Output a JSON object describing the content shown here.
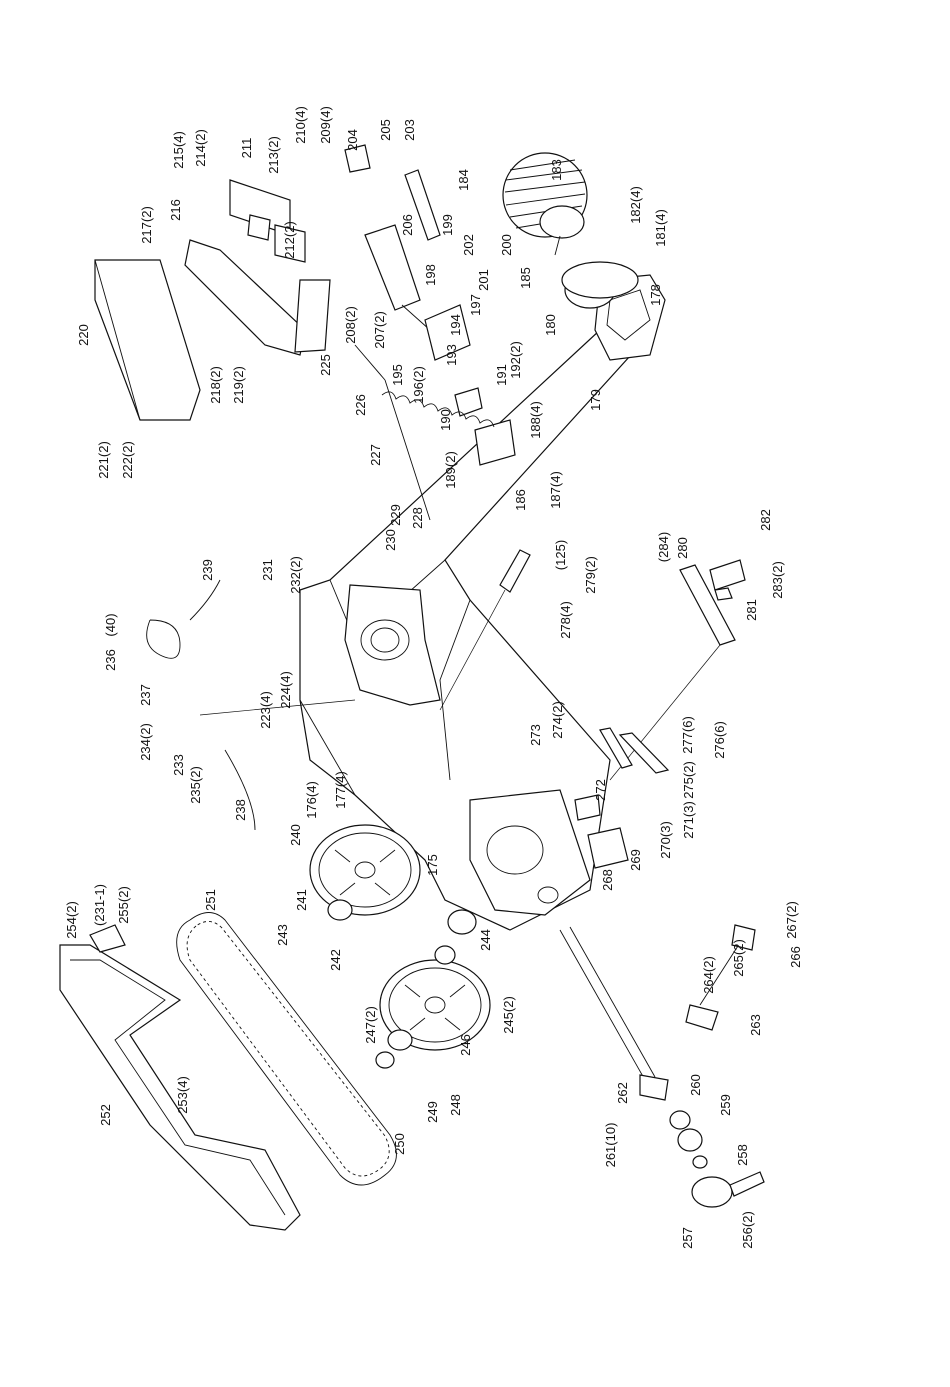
{
  "labels": [
    "215(4)",
    "214(2)",
    "211",
    "213(2)",
    "210(4)",
    "209(4)",
    "204",
    "205",
    "203",
    "184",
    "183",
    "217(2)",
    "216",
    "212(2)",
    "206",
    "199",
    "202",
    "200",
    "198",
    "201",
    "182(4)",
    "181(4)",
    "185",
    "180",
    "178",
    "208(2)",
    "207(2)",
    "197",
    "194",
    "193",
    "192(2)",
    "191",
    "195",
    "196(2)",
    "190",
    "188(4)",
    "187(4)",
    "179",
    "186",
    "189(2)",
    "220",
    "218(2)",
    "219(2)",
    "225",
    "226",
    "227",
    "221(2)",
    "222(2)",
    "229",
    "228",
    "230",
    "232(2)",
    "231",
    "239",
    "(125)",
    "279(2)",
    "(40)",
    "236",
    "237",
    "234(2)",
    "233",
    "224(4)",
    "223(4)",
    "278(4)",
    "(284)",
    "280",
    "282",
    "281",
    "283(2)",
    "235(2)",
    "238",
    "176(4)",
    "177(4)",
    "274(2)",
    "273",
    "272",
    "277(6)",
    "276(6)",
    "275(2)",
    "271(3)",
    "270(3)",
    "269",
    "268",
    "175",
    "240",
    "241",
    "243",
    "242",
    "244",
    "245(2)",
    "246",
    "251",
    "254(2)",
    "(231-1)",
    "255(2)",
    "252",
    "253(4)",
    "247(2)",
    "248",
    "249",
    "250",
    "264(2)",
    "265(2)",
    "267(2)",
    "266",
    "263",
    "262",
    "261(10)",
    "260",
    "259",
    "258",
    "257",
    "256(2)"
  ]
}
